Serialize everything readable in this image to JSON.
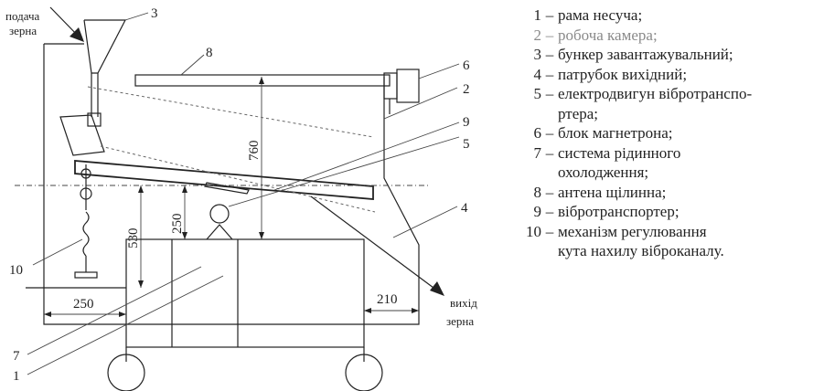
{
  "diagram": {
    "labels": {
      "grain_in_line1": "подача",
      "grain_in_line2": "зерна",
      "grain_out_line1": "вихід",
      "grain_out_line2": "зерна",
      "n1": "1",
      "n2": "2",
      "n3": "3",
      "n4": "4",
      "n5": "5",
      "n6": "6",
      "n7": "7",
      "n8": "8",
      "n9": "9",
      "n10": "10"
    },
    "dimensions": {
      "d760": "760",
      "d530": "530",
      "d250_vertical": "250",
      "d250_horizontal": "250",
      "d210": "210"
    }
  },
  "legend": {
    "items": [
      {
        "num": "1",
        "dash": "–",
        "text": "рама несуча;"
      },
      {
        "num": "2",
        "dash": "–",
        "text": "робоча камера;"
      },
      {
        "num": "3",
        "dash": "–",
        "text": "бункер завантажувальний;"
      },
      {
        "num": "4",
        "dash": "–",
        "text": "патрубок вихідний;"
      },
      {
        "num": "5",
        "dash": "–",
        "text": "електродвигун вібротранспо-",
        "cont": "ртера;"
      },
      {
        "num": "6",
        "dash": "–",
        "text": "блок магнетрона;"
      },
      {
        "num": "7",
        "dash": "–",
        "text": "система рідинного",
        "cont": "охолодження;"
      },
      {
        "num": "8",
        "dash": "–",
        "text": "антена щілинна;"
      },
      {
        "num": "9",
        "dash": "–",
        "text": "вібротранспортер;"
      },
      {
        "num": "10",
        "dash": "–",
        "text": "механізм регулювання",
        "cont": "кута нахилу віброканалу."
      }
    ]
  }
}
